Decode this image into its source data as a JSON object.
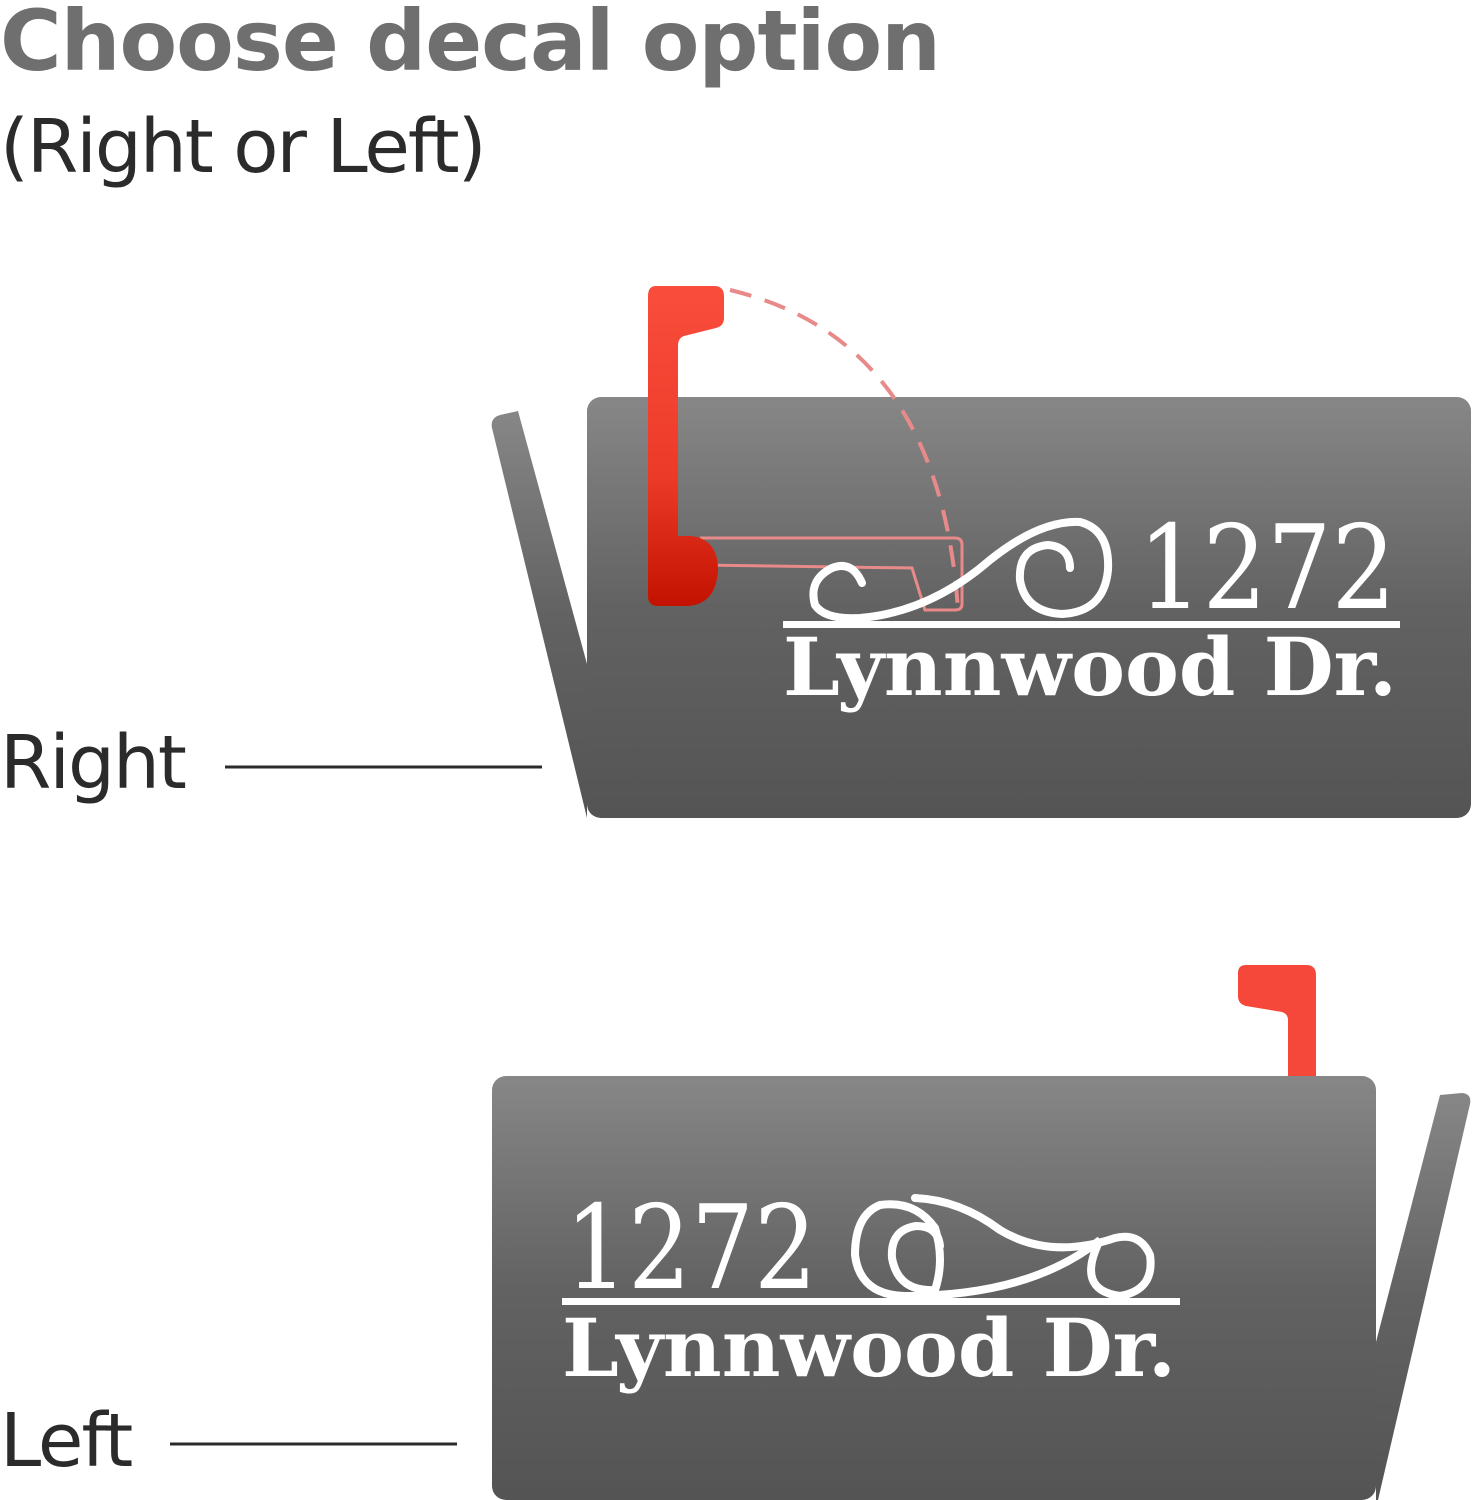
{
  "header": {
    "title": "Choose decal option",
    "subtitle": "(Right or Left)"
  },
  "options": [
    {
      "label": "Right",
      "decal": {
        "number": "1272",
        "street": "Lynnwood Dr."
      }
    },
    {
      "label": "Left",
      "decal": {
        "number": "1272",
        "street": "Lynnwood Dr."
      }
    }
  ],
  "colors": {
    "title": "#6f6f6f",
    "mailbox_top": "#878787",
    "mailbox_bottom": "#555555",
    "flag": "#f24a3a",
    "flag_dark": "#c51400",
    "flag_path": "#e88a8a",
    "decal": "#ffffff"
  }
}
